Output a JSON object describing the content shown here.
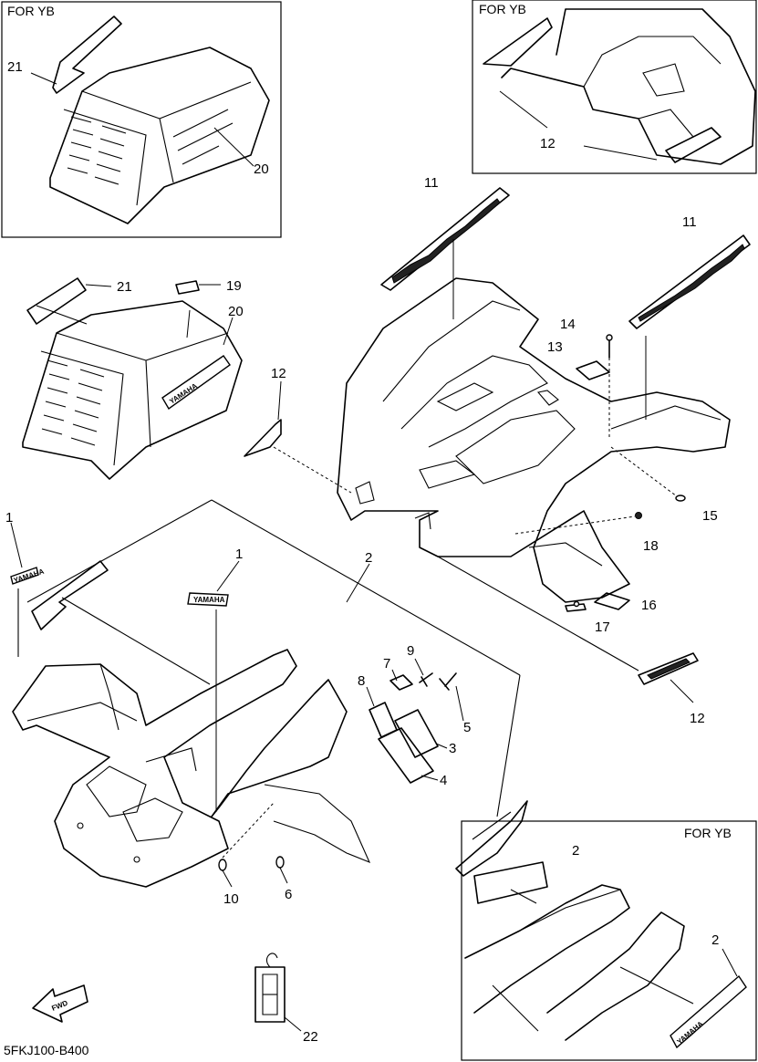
{
  "variant_label": "FOR YB",
  "diagram_code": "5FKJ100-B400",
  "fwd_label": "FWD",
  "brand_badge": "YAMAHA",
  "callouts": {
    "p1a": "1",
    "p1b": "1",
    "p2a": "2",
    "p2b": "2",
    "p2c": "2",
    "p3": "3",
    "p4": "4",
    "p5": "5",
    "p6": "6",
    "p7": "7",
    "p8": "8",
    "p9": "9",
    "p10": "10",
    "p11a": "11",
    "p11b": "11",
    "p12a": "12",
    "p12b": "12",
    "p12c": "12",
    "p13": "13",
    "p14": "14",
    "p15": "15",
    "p16": "16",
    "p17": "17",
    "p18": "18",
    "p19": "19",
    "p20a": "20",
    "p20b": "20",
    "p21a": "21",
    "p21b": "21",
    "p22": "22"
  }
}
